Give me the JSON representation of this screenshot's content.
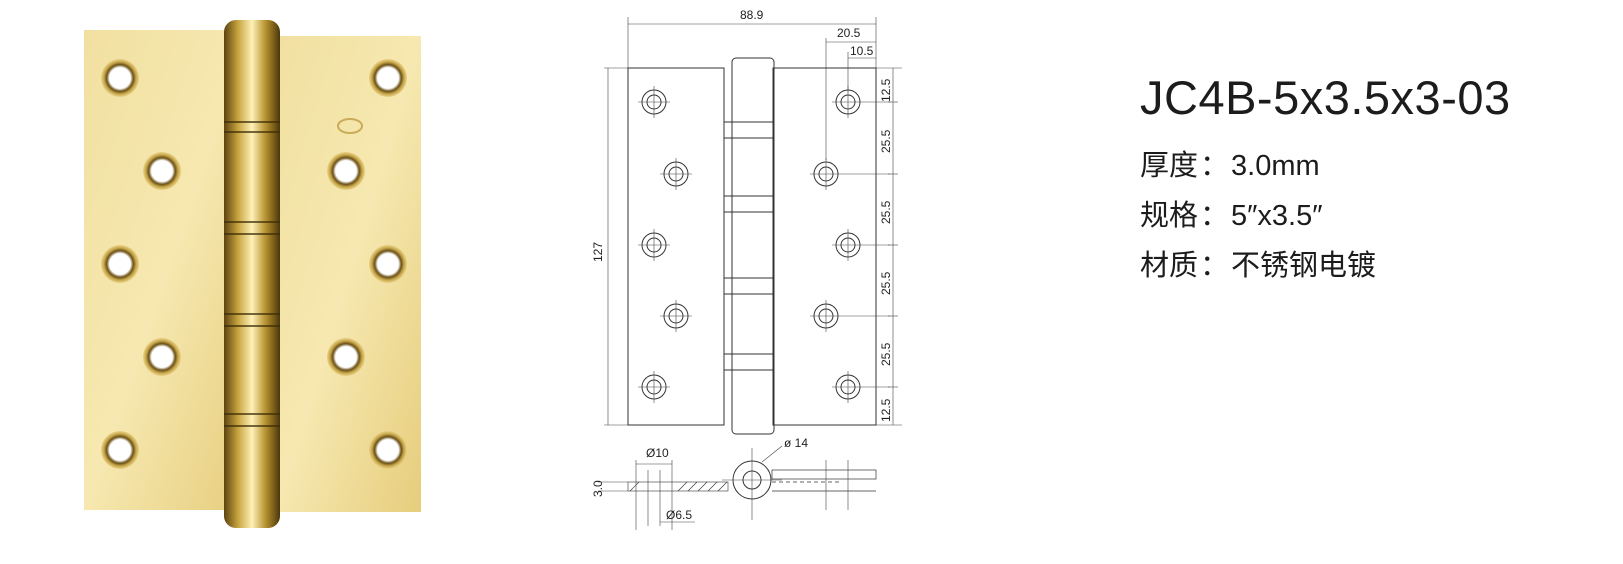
{
  "product": {
    "model": "JC4B-5x3.5x3-03",
    "specs": [
      {
        "label": "厚度",
        "sep": "：",
        "value": "3.0mm"
      },
      {
        "label": "规格",
        "sep": "：",
        "value": "5″x3.5″"
      },
      {
        "label": "材质",
        "sep": "：",
        "value": "不锈钢电镀"
      }
    ]
  },
  "drawing": {
    "dims": {
      "overall_width": "88.9",
      "leaf_offset": "20.5",
      "hole_offset": "10.5",
      "height": "127",
      "spacing_end": "12.5",
      "spacing_1": "25.5",
      "spacing_2": "25.5",
      "spacing_3": "25.5",
      "spacing_4": "25.5",
      "spacing_end_bottom": "12.5",
      "hole_dia": "Ø10",
      "pin_dia": "ø 14",
      "thickness": "3.0",
      "small_hole": "Ø6.5"
    }
  },
  "colors": {
    "brass_light": "#f3e3a0",
    "brass_mid": "#e0c56a",
    "brass_dark": "#9a7a22"
  }
}
